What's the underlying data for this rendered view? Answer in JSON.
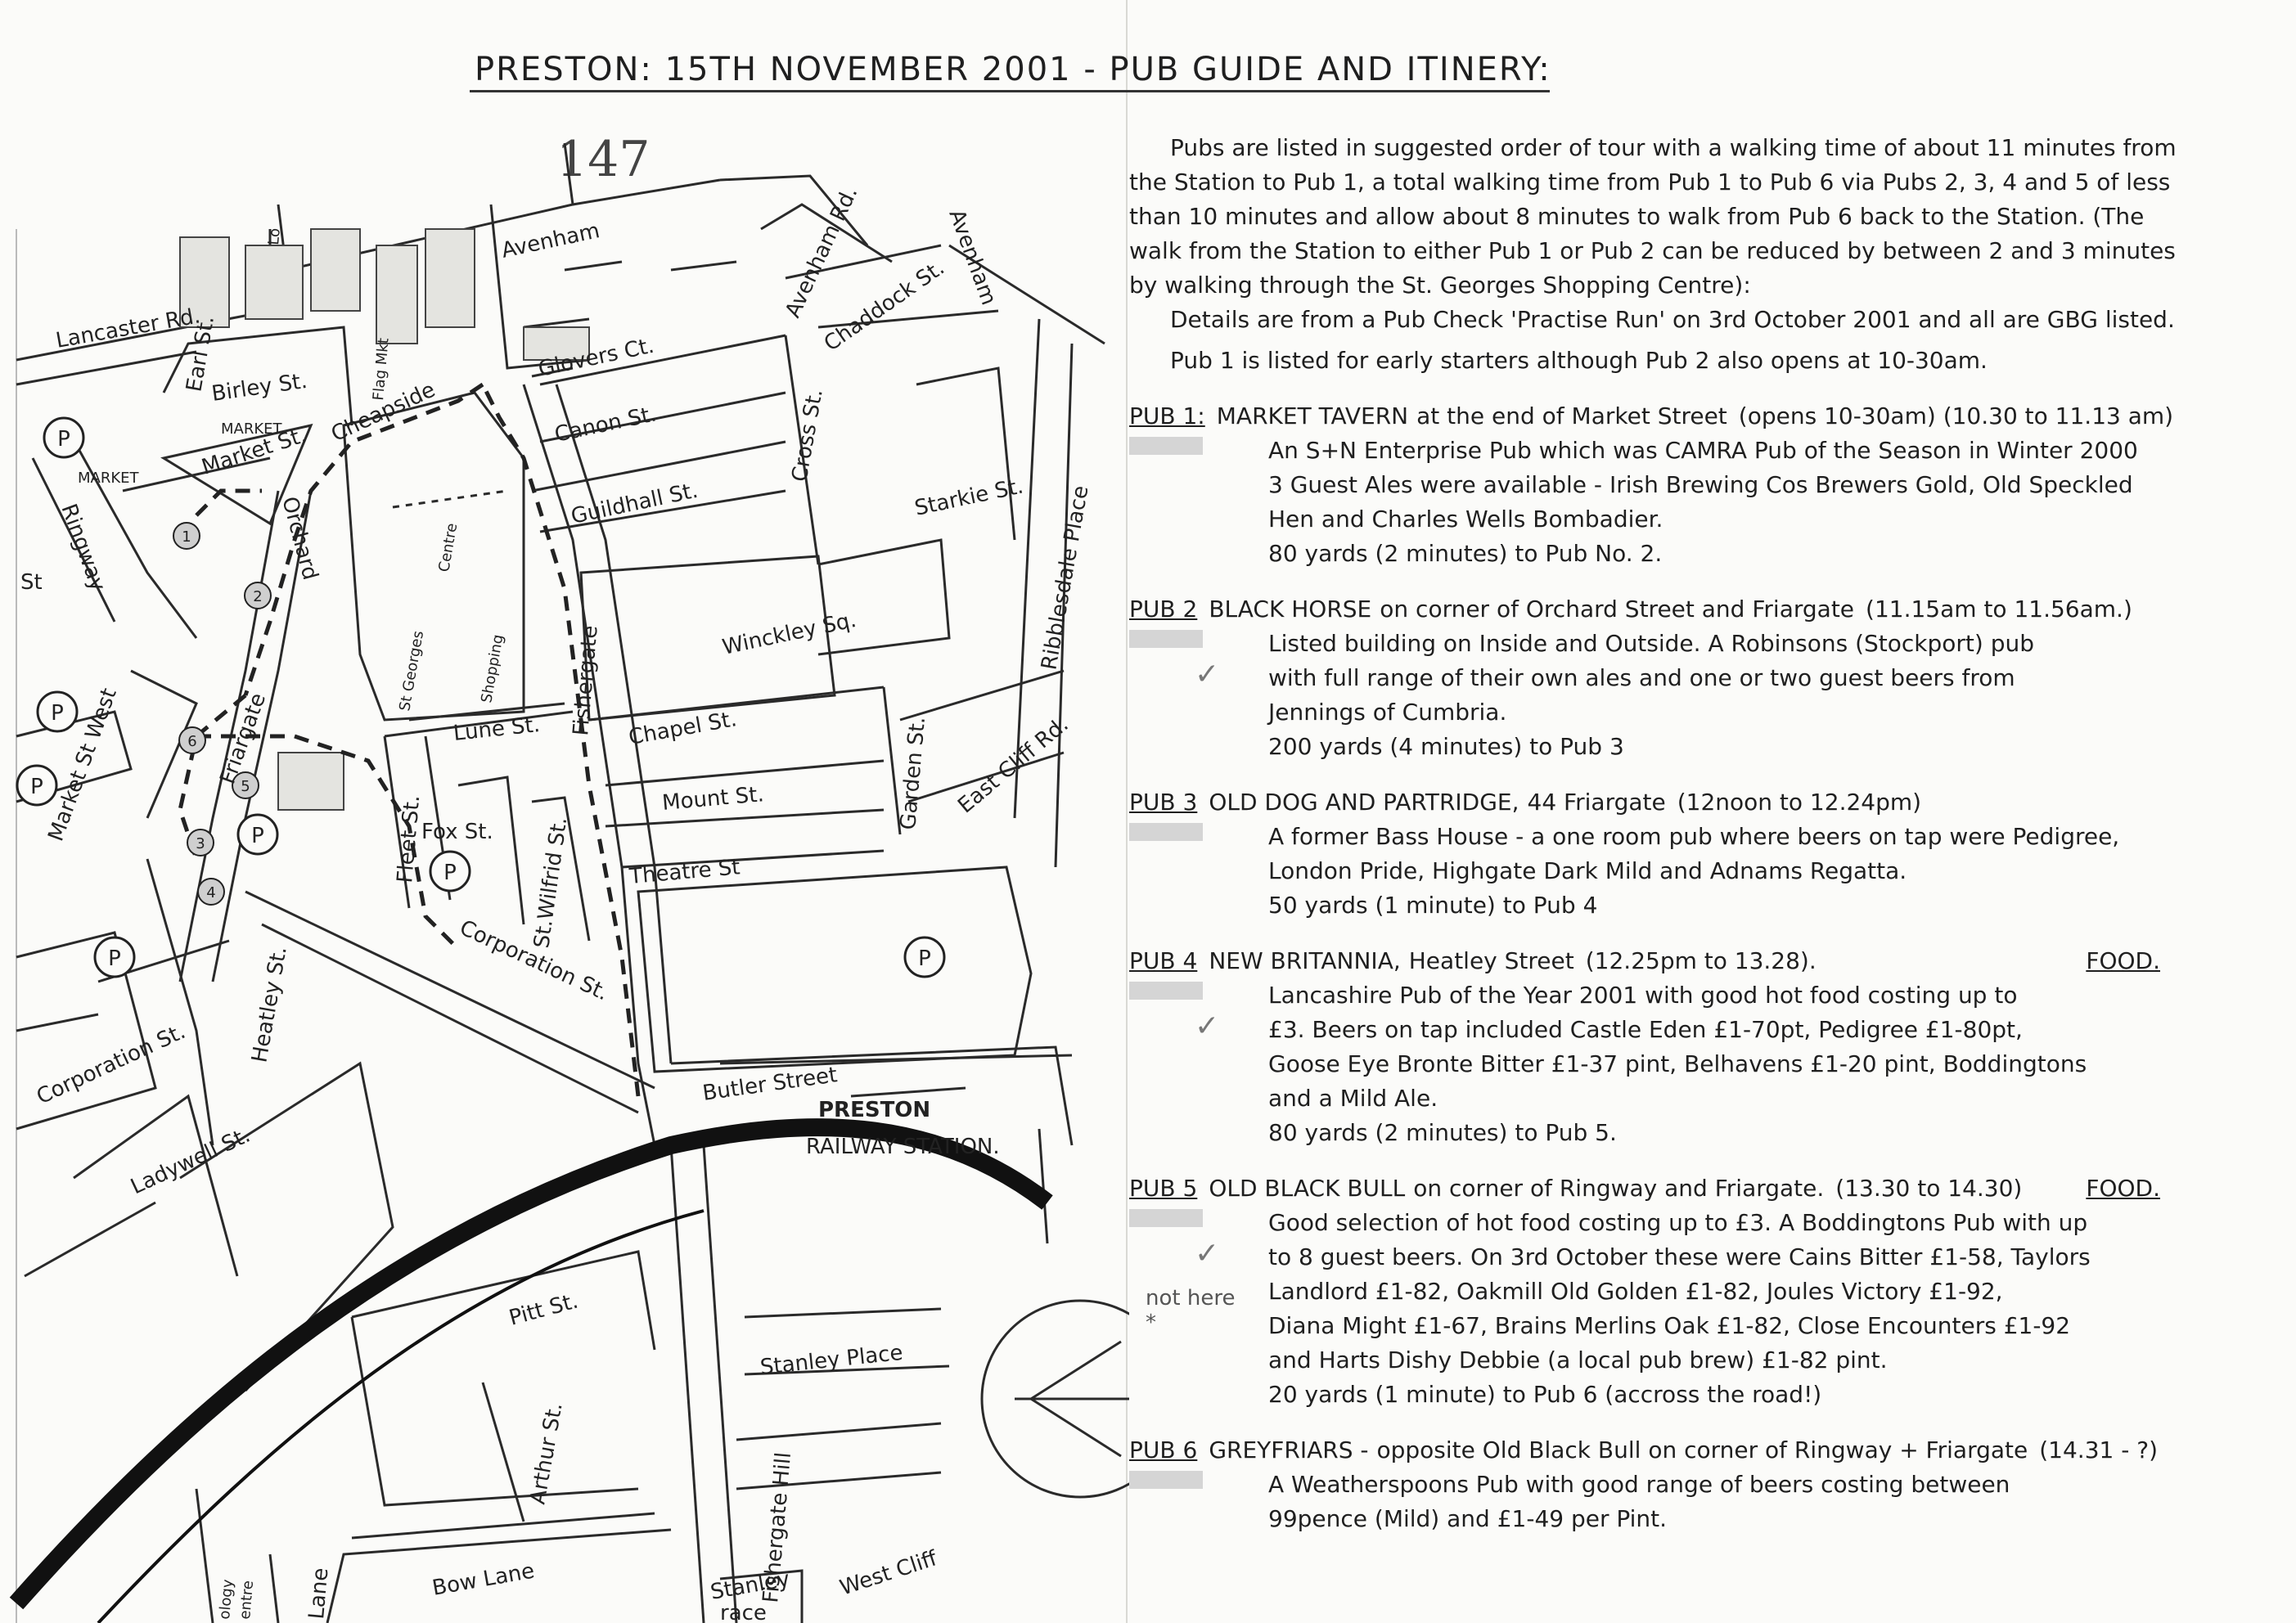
{
  "header": {
    "title": "PRESTON: 15TH NOVEMBER 2001 - PUB GUIDE AND ITINERY:",
    "page_number": "147"
  },
  "intro": {
    "paragraph1": "Pubs are listed in suggested order of tour with a walking time of about 11 minutes from the Station to Pub 1, a total walking time from Pub 1 to Pub 6 via Pubs 2, 3, 4 and 5 of less than 10 minutes and allow about 8 minutes to walk from Pub 6 back to the Station. (The walk from the Station to either Pub 1 or Pub 2 can be reduced by between 2 and 3 minutes by walking through the St. Georges Shopping Centre):",
    "paragraph2": "Details are from a Pub Check 'Practise Run' on 3rd October 2001 and all are GBG listed.",
    "paragraph3": "Pub 1 is listed for early starters although Pub 2 also opens at 10-30am."
  },
  "pubs": [
    {
      "num": "PUB 1:",
      "name": "MARKET TAVERN",
      "location": "at the end of Market Street",
      "hours": "(opens 10-30am) (10.30 to 11.13 am)",
      "lines": [
        "An S+N Enterprise Pub which was CAMRA Pub of the Season in Winter 2000",
        "3 Guest Ales were available - Irish Brewing Cos Brewers Gold, Old Speckled",
        "Hen and Charles Wells Bombadier."
      ],
      "walk": "80 yards (2 minutes) to Pub No. 2."
    },
    {
      "num": "PUB 2",
      "name": "BLACK HORSE",
      "location": "on corner of Orchard Street and Friargate",
      "hours": "(11.15am to 11.56am.)",
      "tick": "✓",
      "lines": [
        "Listed building on Inside and Outside. A Robinsons (Stockport) pub",
        "with full range of their own ales and one or two guest beers from",
        "Jennings of Cumbria."
      ],
      "walk": "200 yards (4 minutes) to Pub 3"
    },
    {
      "num": "PUB 3",
      "name": "OLD DOG AND PARTRIDGE,",
      "location": "44 Friargate",
      "hours": "(12noon to 12.24pm)",
      "lines": [
        "A former Bass House - a one room pub where beers on tap were Pedigree,",
        "London Pride, Highgate Dark Mild and Adnams Regatta."
      ],
      "walk": "50 yards (1 minute) to Pub 4"
    },
    {
      "num": "PUB 4",
      "name": "NEW BRITANNIA,",
      "location": "Heatley Street",
      "hours": "(12.25pm to 13.28).",
      "food": "FOOD.",
      "tick": "✓",
      "lines": [
        "Lancashire Pub of the Year 2001 with good hot food costing up to",
        "£3. Beers on tap included Castle Eden £1-70pt, Pedigree £1-80pt,",
        "Goose Eye Bronte Bitter £1-37 pint, Belhavens £1-20 pint, Boddingtons",
        "and a Mild Ale."
      ],
      "walk": "80 yards (2 minutes) to Pub 5."
    },
    {
      "num": "PUB 5",
      "name": "OLD BLACK BULL",
      "location": "on corner of Ringway and Friargate.",
      "hours": "(13.30 to 14.30)",
      "food": "FOOD.",
      "tick": "✓",
      "margin_note": "not here *",
      "lines": [
        "Good selection of hot food costing up to £3. A Boddingtons Pub with up",
        "to 8 guest beers. On 3rd October these were Cains Bitter £1-58, Taylors",
        "Landlord £1-82, Oakmill Old Golden £1-82, Joules Victory £1-92,",
        "Diana Might £1-67, Brains Merlins Oak £1-82, Close Encounters £1-92",
        "and Harts Dishy Debbie (a local pub brew) £1-82 pint."
      ],
      "walk": "20 yards (1 minute) to Pub 6 (accross the road!)"
    },
    {
      "num": "PUB 6",
      "name": "GREYFRIARS -",
      "location": "opposite Old Black Bull on corner of Ringway + Friargate",
      "hours": "(14.31 - ?)",
      "lines": [
        "A Weatherspoons Pub with good range of beers costing between",
        "99pence (Mild) and £1-49 per Pint."
      ],
      "walk": ""
    }
  ],
  "map": {
    "streets": {
      "lancaster": "Lancaster Rd.",
      "avenham_top": "Avenham",
      "avenham_rd": "Avenham Rd.",
      "avenham_right": "Avenham",
      "glovers": "Glovers Ct.",
      "canon": "Canon St.",
      "guildhall": "Guildhall St.",
      "cross": "Cross St.",
      "chaddock": "Chaddock St.",
      "starkie": "Starkie St.",
      "ribblesdale": "Ribblesdale Place",
      "winckley": "Winckley Sq.",
      "chapel": "Chapel St.",
      "mount": "Mount St.",
      "theatre": "Theatre St",
      "garden": "Garden St.",
      "east_cliff": "East Cliff Rd.",
      "fishergate": "Fishergate",
      "fleet": "Fleet St.",
      "fox": "Fox St.",
      "wilfrid": "St.Wilfrid St.",
      "lune": "Lune St.",
      "corporation_diag": "Corporation St.",
      "corporation_left": "Corporation St.",
      "heatley": "Heatley St.",
      "ladywell": "Ladywell St.",
      "market_st_west": "Market St West",
      "ringway": "Ringway",
      "st_left": "St",
      "friargate": "Friargate",
      "orchard": "Orchard",
      "market_st": "Market St.",
      "cheapside": "Cheapside",
      "birley": "Birley St.",
      "earl": "Earl St.",
      "flag": "Flag Mkt",
      "market_lbl": "MARKET",
      "market_box": "MARKET.",
      "shopping_centre_1": "St Georges",
      "shopping_centre_2": "Shopping",
      "shopping_centre_3": "Centre",
      "butler": "Butler Street",
      "station_1": "PRESTON",
      "station_2": "RAILWAY STATION.",
      "pitt": "Pitt St.",
      "stanley_place": "Stanley Place",
      "arthur": "Arthur St.",
      "fishergate_hill": "Fishergate Hill",
      "west_cliff": "West Cliff",
      "bow_lane": "Bow Lane",
      "stanley": "Stanley",
      "terrace": "race",
      "lane": "Lane",
      "ology": "ology",
      "entre": "entre",
      "lo": "Lo"
    },
    "parking_symbol": "P",
    "pub_markers": [
      "1",
      "2",
      "3",
      "4",
      "5",
      "6"
    ]
  },
  "colors": {
    "ink": "#1f1f1f",
    "paper": "#fbfbf9",
    "highlight": "#bdbdbd",
    "route": "#222222"
  }
}
